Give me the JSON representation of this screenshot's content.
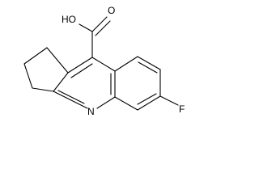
{
  "molecule": {
    "atoms": {
      "hydroxyl": "HO",
      "carbonyl_oxygen": "O",
      "ring_nitrogen": "N",
      "fluorine": "F"
    }
  }
}
